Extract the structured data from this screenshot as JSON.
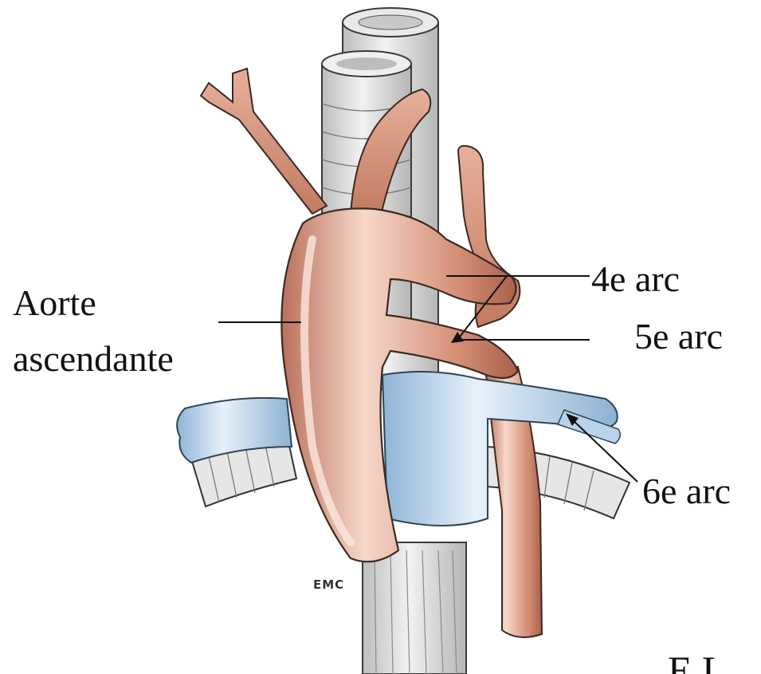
{
  "labels": {
    "aorte_line1": "Aorte",
    "aorte_line2": "ascendante",
    "arc4": "4e arc",
    "arc5": "5e arc",
    "arc6": "6e arc",
    "corner_text": "E.L."
  },
  "logo_text": "EMC",
  "colors": {
    "artery": "#d9967c",
    "artery_dark": "#b56b52",
    "artery_light": "#f4d2c3",
    "vein": "#a9c9e4",
    "vein_dark": "#7aa3c6",
    "trachea": "#dedede",
    "trachea_dark": "#9a9a9a",
    "outline": "#3a2a25",
    "leader_line": "#111111"
  }
}
